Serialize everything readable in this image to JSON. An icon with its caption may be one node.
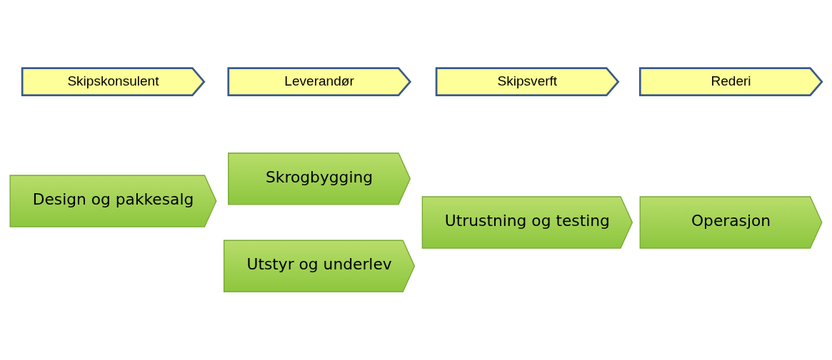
{
  "diagram": {
    "nodes": [
      {
        "text": [
          "Design og pakkesalg"
        ]
      },
      {
        "text": [
          "Skrogbygging"
        ]
      },
      {
        "text": [
          "Utstyr og underlev"
        ]
      },
      {
        "text": [
          "Utrustning og testing"
        ]
      },
      {
        "text": [
          "Operasjon"
        ]
      },
      {
        "text": [
          "Skipskonsulent"
        ]
      },
      {
        "text": [
          "Leverandør"
        ]
      },
      {
        "text": [
          "Skipsverft"
        ]
      },
      {
        "text": [
          "Rederi"
        ]
      }
    ],
    "edges": []
  }
}
